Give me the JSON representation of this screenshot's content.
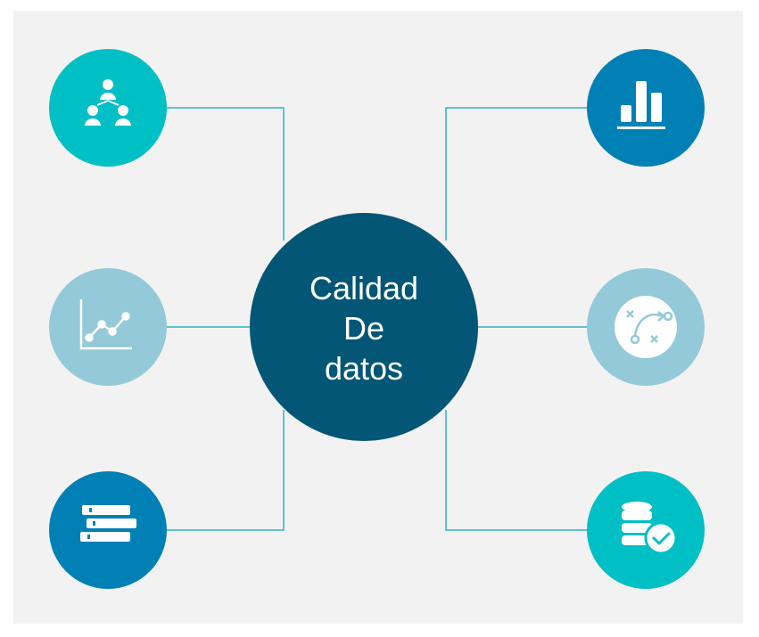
{
  "center": {
    "line1": "Calidad",
    "line2": "De",
    "line3": "datos"
  },
  "nodes": [
    {
      "id": "team",
      "icon": "team-hierarchy-icon",
      "color": "#00bfc5"
    },
    {
      "id": "line-chart",
      "icon": "line-chart-icon",
      "color": "#93c9d9"
    },
    {
      "id": "books",
      "icon": "books-icon",
      "color": "#0080b4"
    },
    {
      "id": "bar-chart",
      "icon": "bar-chart-icon",
      "color": "#0080b4"
    },
    {
      "id": "strategy",
      "icon": "strategy-play-icon",
      "color": "#93c9d9"
    },
    {
      "id": "database-check",
      "icon": "database-check-icon",
      "color": "#00bfc5"
    }
  ],
  "colors": {
    "center": "#035675",
    "connector": "#2fb2c4",
    "background": "#f2f2f2"
  }
}
